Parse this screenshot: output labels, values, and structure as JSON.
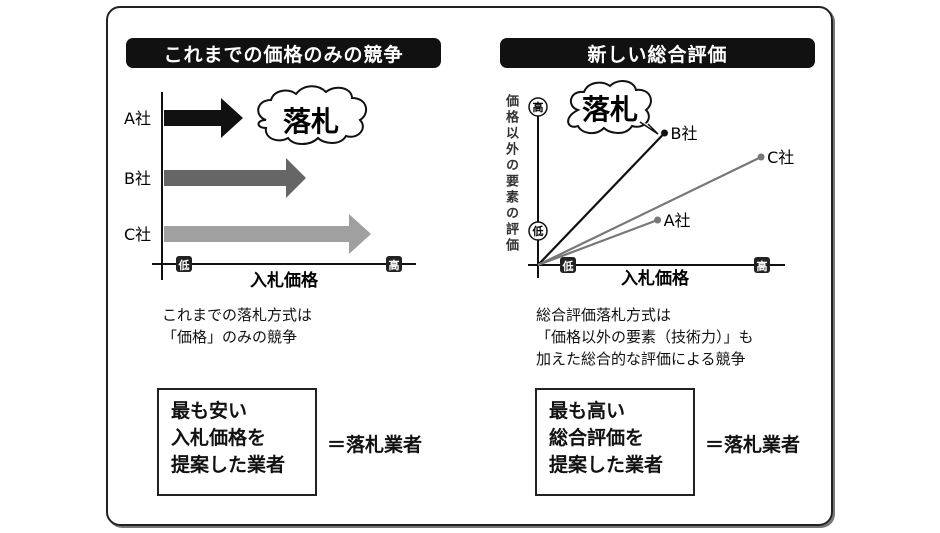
{
  "left_panel": {
    "title": "これまでの価格のみの競争",
    "companies": [
      "A社",
      "B社",
      "C社"
    ],
    "arrow_colors": [
      "#111111",
      "#666666",
      "#a0a0a0"
    ],
    "win_label": "落札",
    "axis_low": "低",
    "axis_high": "高",
    "x_axis_label": "入札価格",
    "description": [
      "これまでの落札方式は",
      "「価格」のみの競争"
    ],
    "result_lines": [
      "最も安い",
      "入札価格を",
      "提案した業者"
    ],
    "equals_text": "＝落札業者"
  },
  "right_panel": {
    "title": "新しい総合評価",
    "y_axis_label": "価格以外の要素の評価",
    "y_high": "高",
    "y_low": "低",
    "x_low": "低",
    "x_high": "高",
    "x_axis_label": "入札価格",
    "win_label": "落札",
    "points": [
      {
        "label": "B社",
        "price": 0.55,
        "score": 0.88,
        "color": "#111111"
      },
      {
        "label": "C社",
        "price": 0.97,
        "score": 0.72,
        "color": "#777777"
      },
      {
        "label": "A社",
        "price": 0.52,
        "score": 0.3,
        "color": "#777777"
      }
    ],
    "description": [
      "総合評価落札方式は",
      "「価格以外の要素（技術力）」も",
      "加えた総合的な評価による競争"
    ],
    "result_lines": [
      "最も高い",
      "総合評価を",
      "提案した業者"
    ],
    "equals_text": "＝落札業者"
  }
}
